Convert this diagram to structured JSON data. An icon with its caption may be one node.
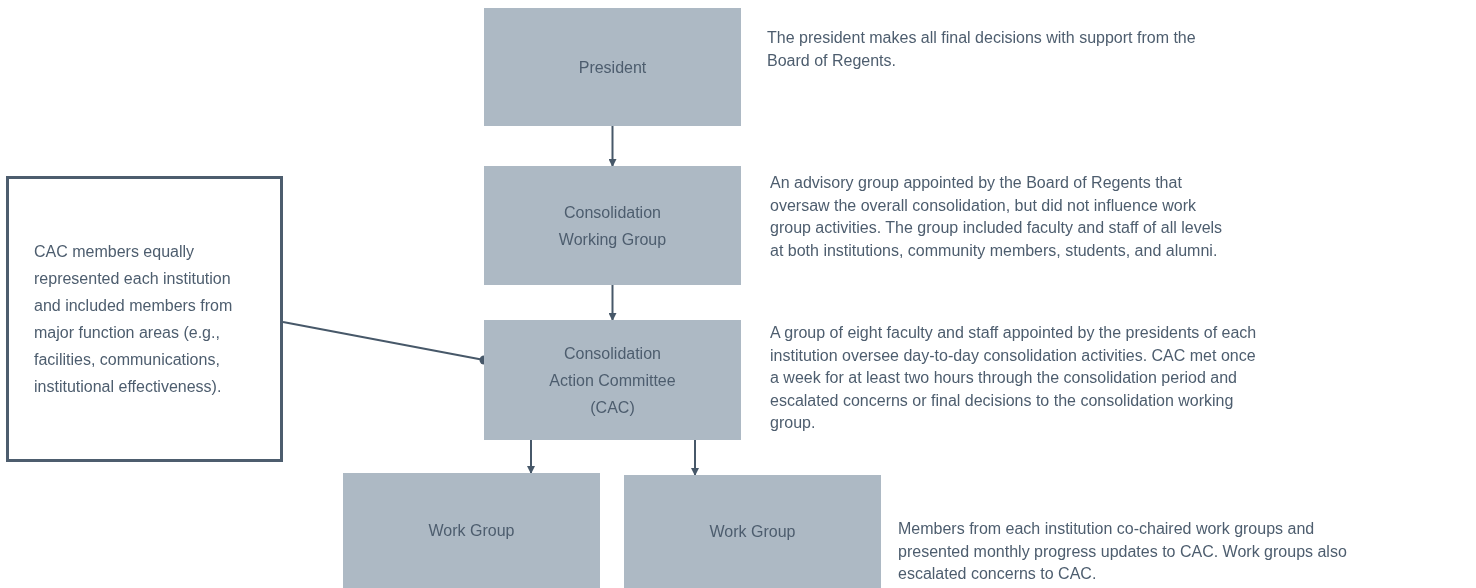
{
  "diagram": {
    "nodes": [
      {
        "text": [
          "President"
        ],
        "beside": [
          "The president makes all final decisions with support from the Board of Regents."
        ]
      },
      {
        "text": [
          "Consolidation Working Group"
        ],
        "beside": [
          "An advisory group appointed by the Board of Regents that oversaw the overall consolidation, but did not influence work group activities. The group included faculty and staff of all levels at both institutions, community members, students, and alumni."
        ]
      },
      {
        "text": [
          "Consolidation Action Committee (CAC)"
        ],
        "beside": [
          "A group of eight faculty and staff appointed by the presidents of each institution oversee day-to-day consolidation activities. CAC met once a week for at least two hours through the consolidation period and escalated concerns or final decisions to the consolidation working group."
        ]
      },
      {
        "text": [
          "Work Group"
        ]
      },
      {
        "text": [
          "Work Group"
        ],
        "beside": [
          "Members from each institution co-chaired work groups and presented monthly progress updates to CAC. Work groups also escalated concerns to CAC."
        ]
      },
      {
        "text": [
          "CAC members equally represented each institution and included members from major function areas (e.g., facilities, communications, institutional effectiveness)."
        ]
      }
    ],
    "edges": [
      {
        "from": 0,
        "to": 1,
        "arrow": "to"
      },
      {
        "from": 1,
        "to": 2,
        "arrow": "to"
      },
      {
        "from": 2,
        "to": 3,
        "arrow": "to"
      },
      {
        "from": 2,
        "to": 4,
        "arrow": "to"
      },
      {
        "from": 5,
        "to": 2,
        "arrow": "other"
      }
    ]
  }
}
